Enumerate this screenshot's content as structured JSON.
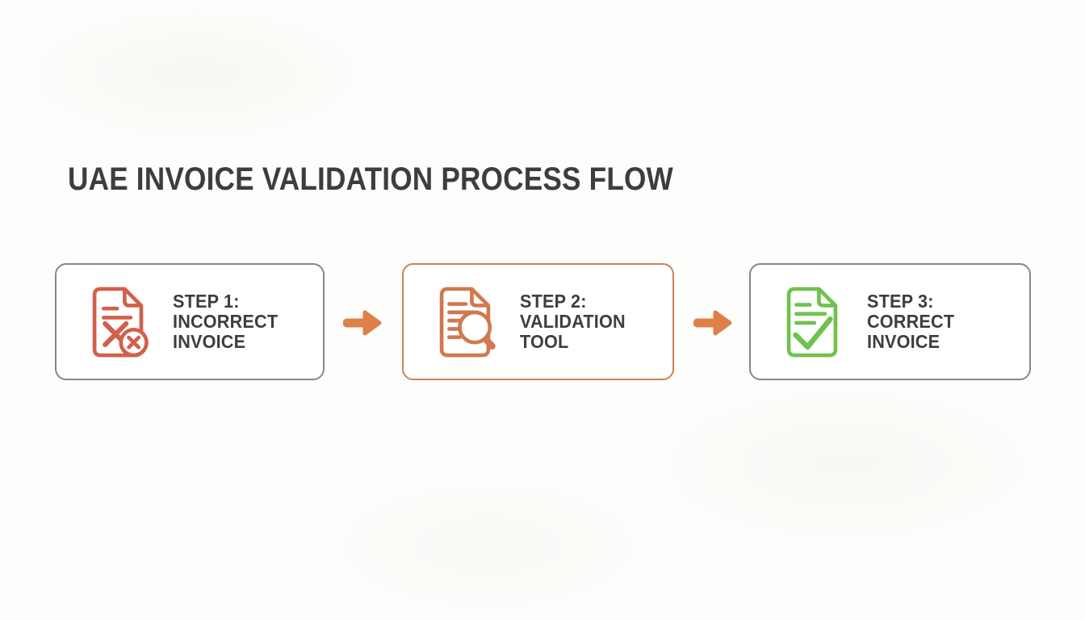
{
  "page": {
    "title": "UAE INVOICE VALIDATION PROCESS FLOW"
  },
  "steps": [
    {
      "icon": "invoice-error-icon",
      "lines": [
        "STEP 1:",
        "INCORRECT",
        "INVOICE"
      ],
      "border_color": "#85888a",
      "icon_color": "#d2604a"
    },
    {
      "icon": "invoice-search-icon",
      "lines": [
        "STEP 2:",
        "VALIDATION",
        "TOOL"
      ],
      "border_color": "#d08157",
      "icon_color": "#d0794f"
    },
    {
      "icon": "invoice-check-icon",
      "lines": [
        "STEP 3:",
        "CORRECT",
        "INVOICE"
      ],
      "border_color": "#85888a",
      "icon_color": "#6fc24f"
    }
  ],
  "arrows": {
    "icon": "arrow-right-icon",
    "color": "#dd8148",
    "count": 2
  },
  "colors": {
    "background": "#fdfdfb",
    "box_background": "#ffffff",
    "text_dark": "#3b3f42",
    "title_dark": "#3a3e41",
    "box_border_gray": "#85888a",
    "box_border_orange": "#d08157",
    "error_orange_red": "#d2604a",
    "validation_orange": "#d0794f",
    "success_green": "#6fc24f",
    "arrow_orange": "#dd8148"
  }
}
